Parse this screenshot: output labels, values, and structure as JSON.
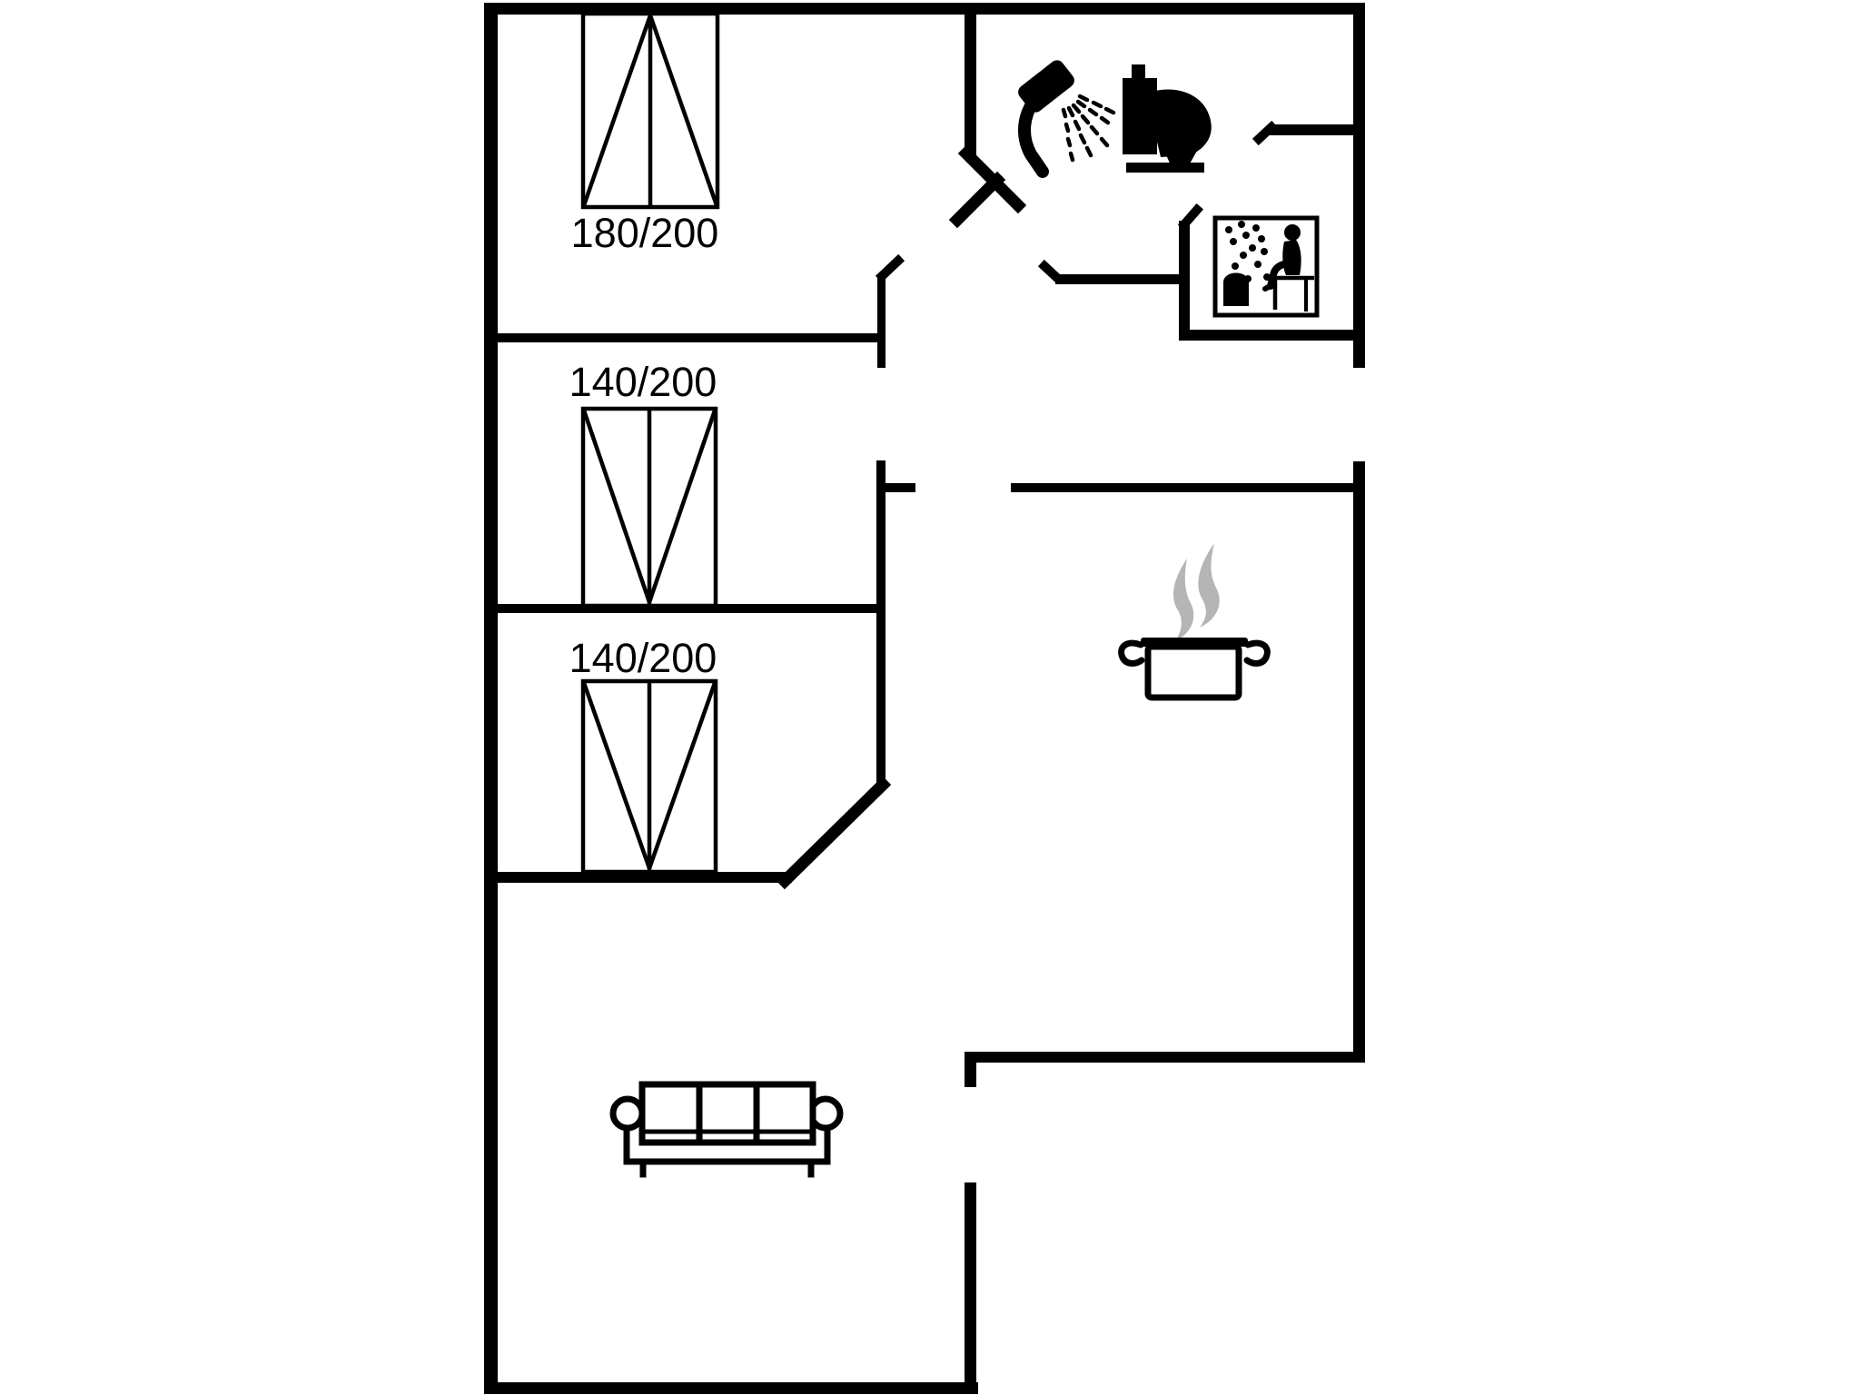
{
  "page": {
    "background": "#ffffff"
  },
  "floor_plan": {
    "wall_color": "#000000",
    "steam_color": "#b5b5b5",
    "beds": [
      {
        "id": "bed-1",
        "label": "180/200"
      },
      {
        "id": "bed-2",
        "label": "140/200"
      },
      {
        "id": "bed-3",
        "label": "140/200"
      }
    ],
    "icons": [
      {
        "name": "shower-icon"
      },
      {
        "name": "toilet-icon"
      },
      {
        "name": "sauna-icon"
      },
      {
        "name": "cooking-pot-icon"
      },
      {
        "name": "steam-icon"
      },
      {
        "name": "sofa-icon"
      }
    ]
  }
}
